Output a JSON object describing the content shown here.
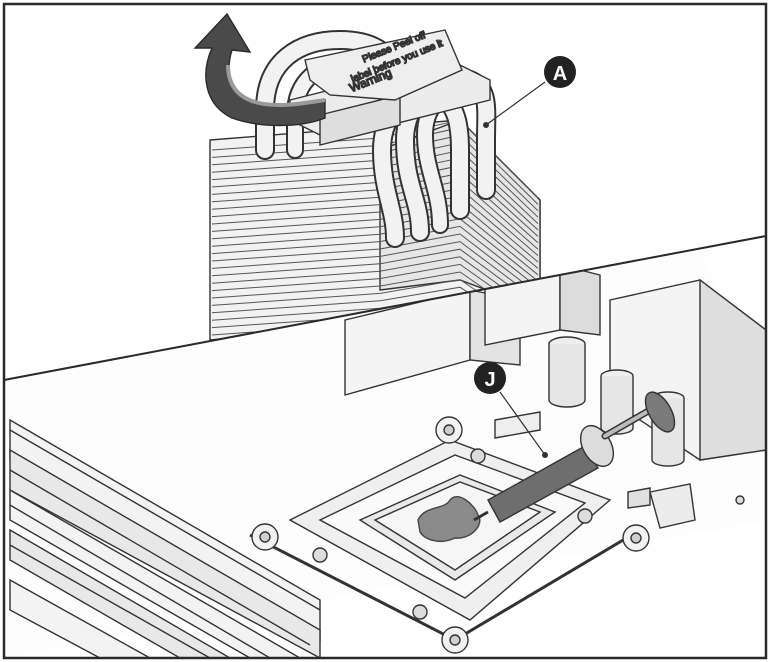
{
  "callouts": {
    "heatsink": "A",
    "thermal_paste": "J"
  },
  "warning_label": {
    "line1": "Please Peel off",
    "line2": "label before you use it",
    "line3": "Warning"
  },
  "colors": {
    "frame": "#2a2a2a",
    "outline": "#333333",
    "metal_light": "#f2f2f2",
    "metal_mid": "#d6d6d6",
    "arrow_dark": "#4a4a4a",
    "arrow_light": "#9a9a9a",
    "paste": "#8a8a8a",
    "syringe": "#6e6e6e",
    "callout_fill": "#222222"
  },
  "icons": {
    "lift_arrow": "curved-arrow-up-icon"
  }
}
